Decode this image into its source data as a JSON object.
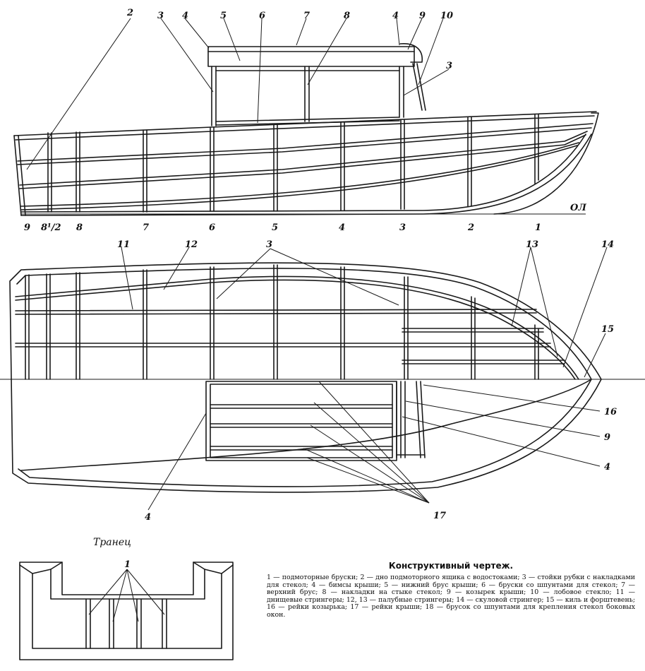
{
  "profile_view": {
    "top_labels": [
      "2",
      "3",
      "4",
      "5",
      "6",
      "7",
      "8",
      "4",
      "9",
      "10",
      "3"
    ],
    "station_labels": [
      "9",
      "8¹/2",
      "8",
      "7",
      "6",
      "5",
      "4",
      "3",
      "2",
      "1"
    ],
    "baseline_label": "ОЛ"
  },
  "plan_view": {
    "labels": [
      "11",
      "12",
      "3",
      "13",
      "14",
      "15",
      "16",
      "9",
      "4",
      "4",
      "17"
    ]
  },
  "transom": {
    "title": "Транец",
    "label": "1"
  },
  "caption": {
    "title": "Конструктивный чертеж.",
    "text": "1 — подмоторные бруски; 2 — дно подмоторного ящика с водостоками; 3 — стойки рубки с накладками для стекол; 4 — бимсы крыши; 5 — нижний брус крыши; 6 — бруски со шпунтами для стекол; 7 — верхний брус; 8 — накладки на стыке стекол; 9 — козырек крыши; 10 — лобовое стекло; 11 — днищевые стрингеры; 12, 13 — палубные стрингеры; 14 — скуловой стрингер; 15 — киль и форштевень; 16 — рейки козырька; 17 — рейки крыши; 18 — брусок со шпунтами для крепления стекол боковых окон."
  }
}
